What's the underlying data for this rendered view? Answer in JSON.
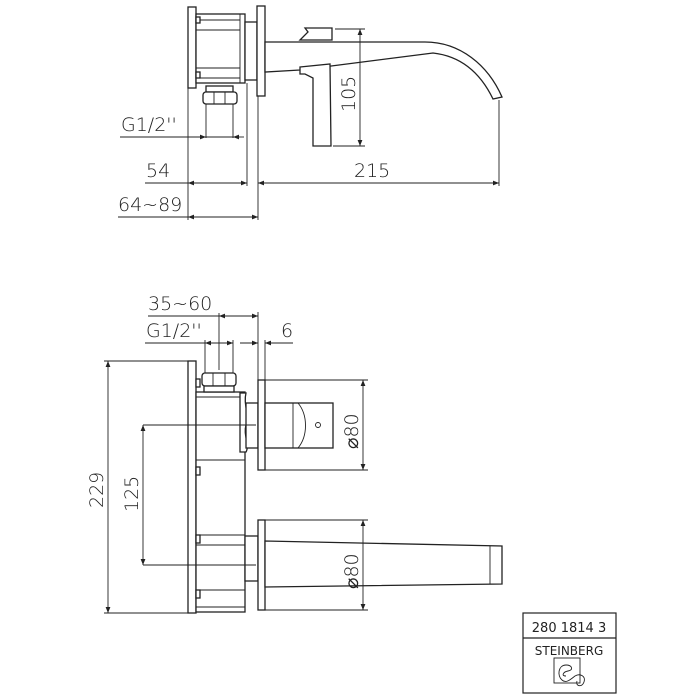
{
  "side_view": {
    "dims": {
      "thread": "G1/2''",
      "body_depth": "54",
      "projection": "215",
      "spout_height": "105",
      "install_depth": "64~89"
    }
  },
  "front_view": {
    "dims": {
      "adjust_range": "35~60",
      "thread": "G1/2''",
      "plate_thickness": "6",
      "total_height": "229",
      "center_distance": "125",
      "handle_plate_diameter": "⌀80",
      "spout_plate_diameter": "⌀80"
    }
  },
  "title_block": {
    "article_number": "280 1814 3",
    "brand": "STEINBERG"
  }
}
